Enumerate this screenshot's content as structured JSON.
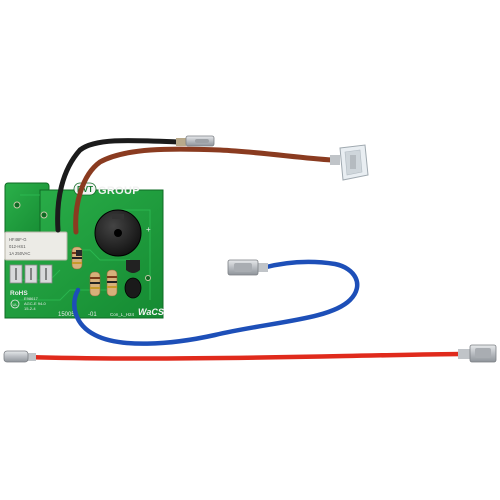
{
  "pcb": {
    "brand": "DVT GROUP",
    "logo_mark": "DVT",
    "brand_word": "GROUP",
    "cert_mark": "RoHS",
    "serial": "150055",
    "serial_suffix": "-01",
    "product_logo": "WaCS",
    "board_code": "Con_L_H24",
    "buzzer_polarity": "+",
    "relay_text_1": "HF46F-G",
    "relay_text_2": "012-HS1",
    "relay_text_3": "1A 250VAC",
    "ul_text_1": "E98617",
    "ul_text_2": "AGC-E 94-0",
    "ul_text_3": "15-2-4"
  },
  "colors": {
    "board_green": "#1f9e3e",
    "board_dark": "#137a2b",
    "wire_black": "#1b1b1b",
    "wire_brown": "#8a3b20",
    "wire_blue": "#1d4fb8",
    "wire_red": "#e02a1c",
    "terminal_silver": "#c9ccd0",
    "buzzer_black": "#1e1e1e",
    "relay_white": "#ecebe6"
  }
}
